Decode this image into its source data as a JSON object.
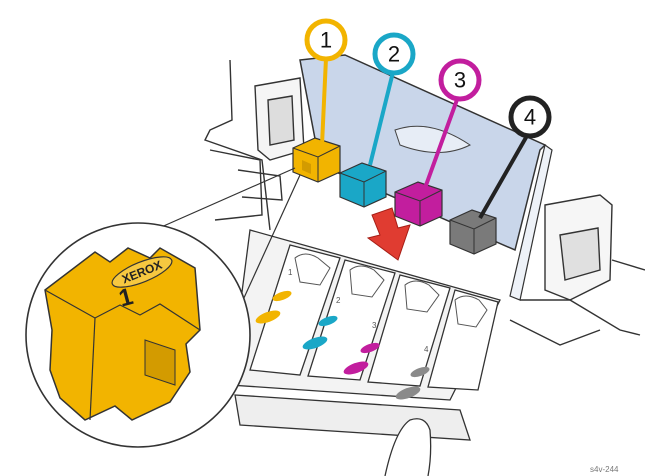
{
  "colors": {
    "yellow": "#f2b400",
    "cyan": "#1aa7c7",
    "magenta": "#c21e9e",
    "black": "#4a4a4a",
    "arrow": "#e03c31",
    "lid": "#c9d6ea",
    "outline": "#333333"
  },
  "callouts": [
    {
      "number": "1",
      "ink": "yellow"
    },
    {
      "number": "2",
      "ink": "cyan"
    },
    {
      "number": "3",
      "ink": "magenta"
    },
    {
      "number": "4",
      "ink": "black"
    }
  ],
  "zoom": {
    "brand_text": "XEROX",
    "slot_number": "1"
  },
  "slot_labels": [
    "1",
    "2",
    "3",
    "4"
  ],
  "figure_code": "s4v-244"
}
